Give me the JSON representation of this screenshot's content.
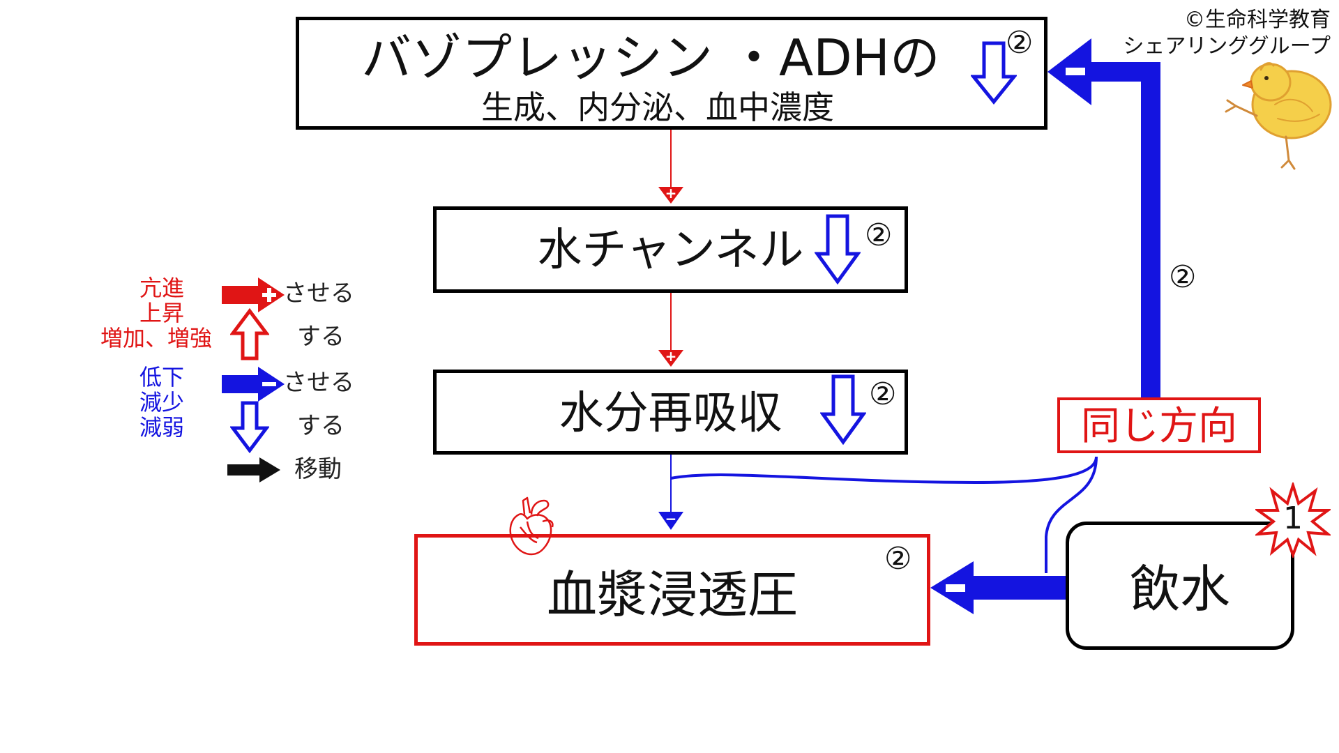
{
  "credit": {
    "line1": "©生命科学教育",
    "line2": "シェアリンググループ"
  },
  "nodes": {
    "vasopressin": {
      "title": "バゾプレッシン ・ADHの",
      "subtitle": "生成、内分泌、血中濃度",
      "badge": "②",
      "direction": "decrease"
    },
    "water_channel": {
      "title": "水チャンネル",
      "badge": "②",
      "direction": "decrease"
    },
    "reabsorption": {
      "title": "水分再吸収",
      "badge": "②",
      "direction": "decrease"
    },
    "plasma_osmolality": {
      "title": "血漿浸透圧",
      "badge": "②"
    },
    "drinking": {
      "title": "飲水",
      "star_number": "1"
    }
  },
  "same_direction_label": "同じ方向",
  "feedback_badge": "②",
  "signs": {
    "plus": "+",
    "minus": "−"
  },
  "legend": {
    "increase_labels": [
      "亢進",
      "上昇",
      "増加、増強"
    ],
    "decrease_labels": [
      "低下",
      "減少",
      "減弱"
    ],
    "promote_text": "させる",
    "self_text": "する",
    "move_text": "移動"
  },
  "icons": {
    "down_arrow": "hollow-down-arrow-icon",
    "up_arrow": "hollow-up-arrow-icon",
    "heart": "heart-icon",
    "chick": "chick-icon",
    "star": "starburst-icon"
  },
  "colors": {
    "increase": "#e01515",
    "decrease": "#1414e0",
    "neutral": "#000000"
  }
}
